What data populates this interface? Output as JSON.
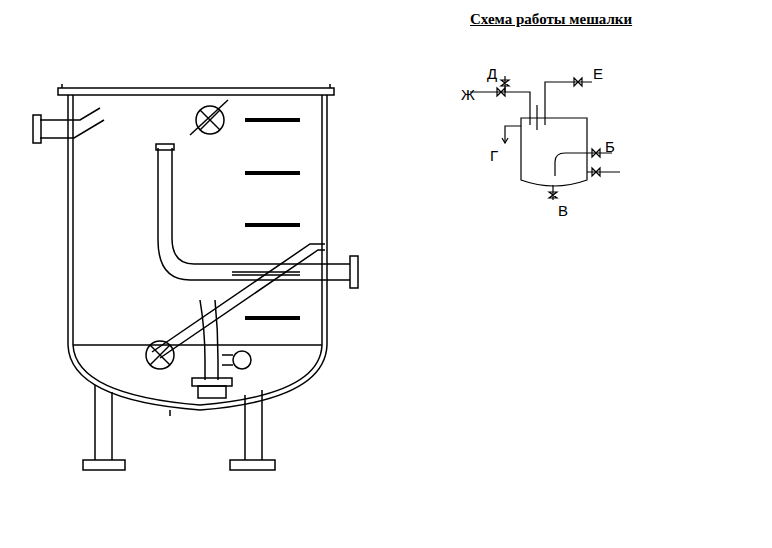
{
  "diagram": {
    "title": "Схема работы мешалки",
    "labels": [
      "Д",
      "Е",
      "Ж",
      "Г",
      "Б",
      "В"
    ]
  }
}
